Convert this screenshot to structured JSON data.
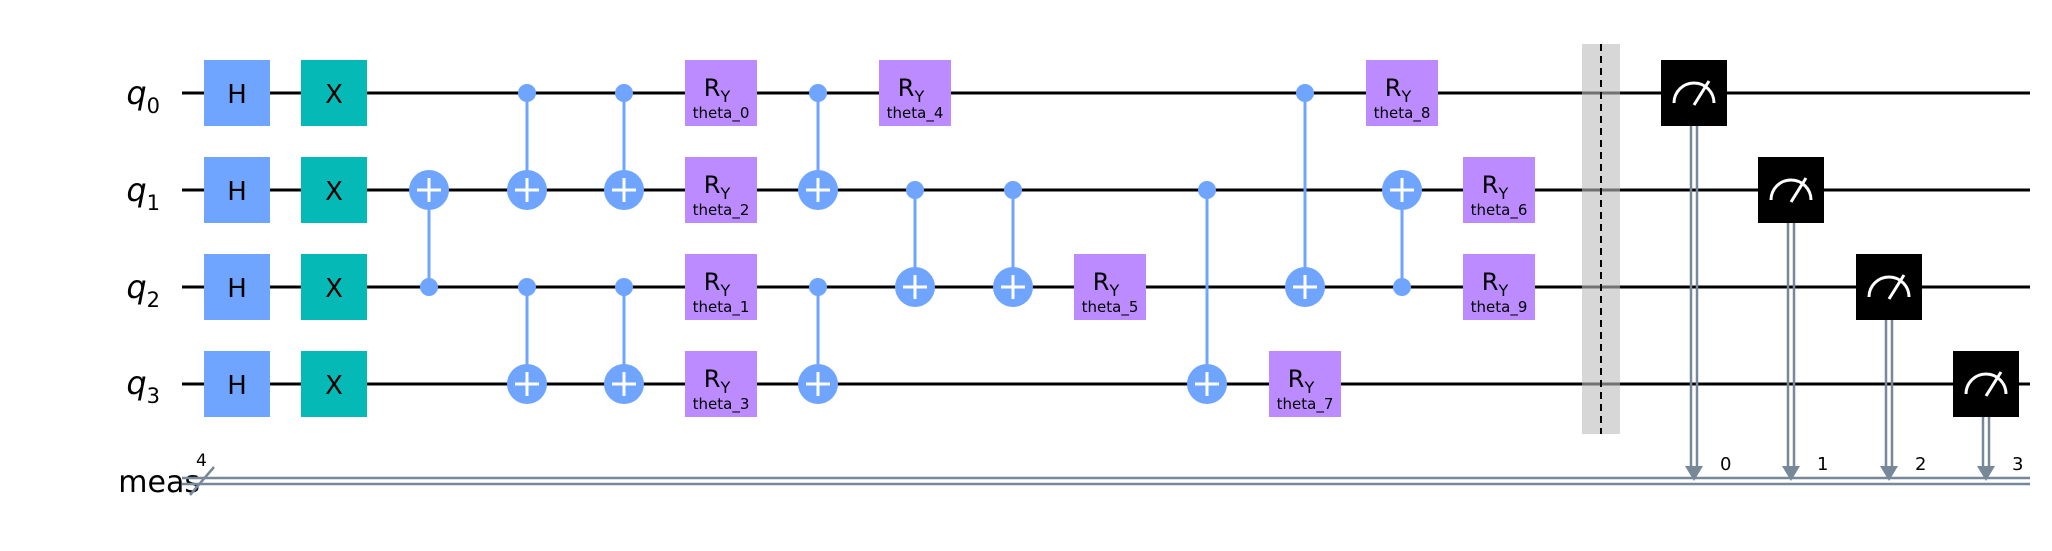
{
  "colors": {
    "h_gate": "#6fa4ff",
    "x_gate": "#05bab6",
    "ry_gate": "#bb8bff",
    "cnot": "#6fa4ff",
    "measure": "#000000",
    "barrier": "#bdbdbd",
    "classical_wire": "#778899"
  },
  "registers": {
    "qubits": [
      {
        "base": "q",
        "sub": "0"
      },
      {
        "base": "q",
        "sub": "1"
      },
      {
        "base": "q",
        "sub": "2"
      },
      {
        "base": "q",
        "sub": "3"
      }
    ],
    "classical": {
      "name": "meas",
      "size": "4"
    }
  },
  "gates": {
    "h_label": "H",
    "x_label": "X",
    "ry": {
      "base": "R",
      "sub": "Y"
    },
    "ry_params": [
      "theta_0",
      "theta_1",
      "theta_2",
      "theta_3",
      "theta_4",
      "theta_5",
      "theta_6",
      "theta_7",
      "theta_8",
      "theta_9"
    ]
  },
  "measure_bits": [
    "0",
    "1",
    "2",
    "3"
  ],
  "icons": {
    "cnot_target": "cnot-target-icon",
    "control_dot": "control-dot-icon",
    "meter": "measure-meter-icon"
  }
}
